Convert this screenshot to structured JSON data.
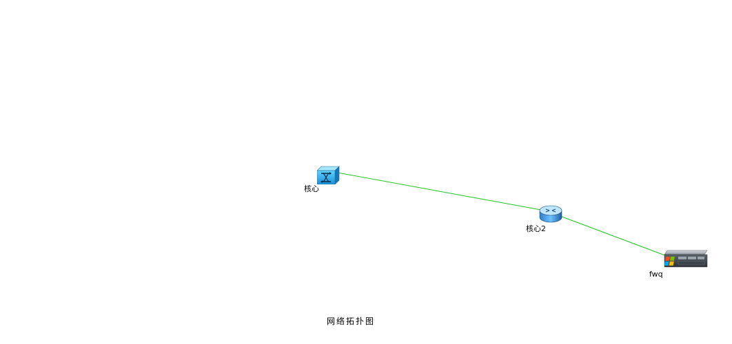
{
  "topology": {
    "caption": "网络拓扑图",
    "link_color": "#19c419",
    "nodes": [
      {
        "id": "core",
        "label": "核心",
        "type": "switch",
        "icon": "switch-icon"
      },
      {
        "id": "core2",
        "label": "核心2",
        "type": "router",
        "icon": "router-icon"
      },
      {
        "id": "fwq",
        "label": "fwq",
        "type": "server",
        "icon": "windows-server-icon"
      }
    ],
    "links": [
      {
        "from": "core",
        "to": "core2"
      },
      {
        "from": "core2",
        "to": "fwq"
      }
    ]
  }
}
